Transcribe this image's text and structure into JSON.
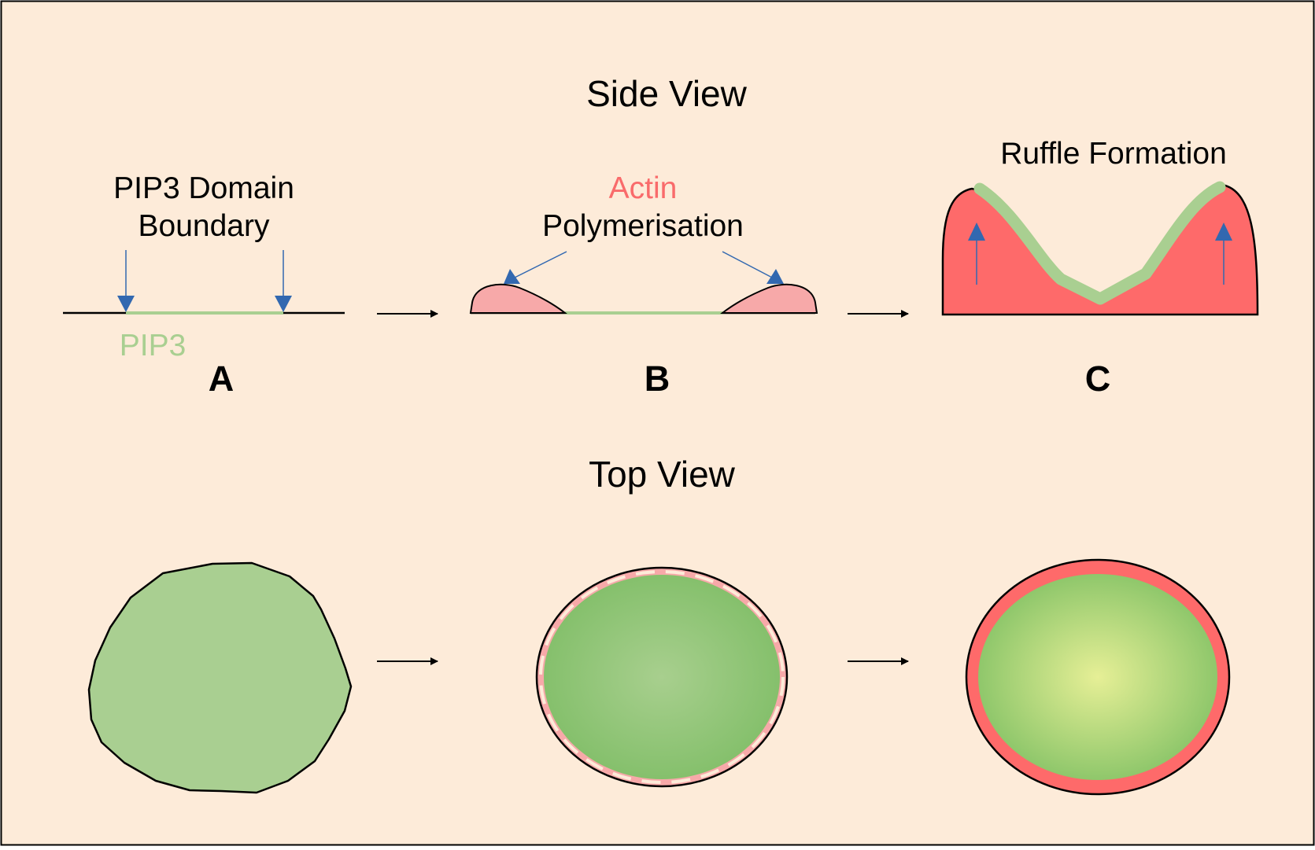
{
  "side_view": {
    "title": "Side View",
    "stage_a": {
      "label": "A",
      "caption_line1": "PIP3 Domain",
      "caption_line2": "Boundary",
      "membrane_label": "PIP3"
    },
    "stage_b": {
      "label": "B",
      "caption_line1": "Actin",
      "caption_line2": "Polymerisation"
    },
    "stage_c": {
      "label": "C",
      "caption": "Ruffle Formation"
    }
  },
  "top_view": {
    "title": "Top View"
  },
  "colors": {
    "background": "#fdebd9",
    "pip3_green": "#a9cf91",
    "actin_light": "#f7a9a9",
    "actin_red": "#fe6a6a",
    "arrow_blue": "#3268b0",
    "caption_red": "#f96b6b"
  }
}
